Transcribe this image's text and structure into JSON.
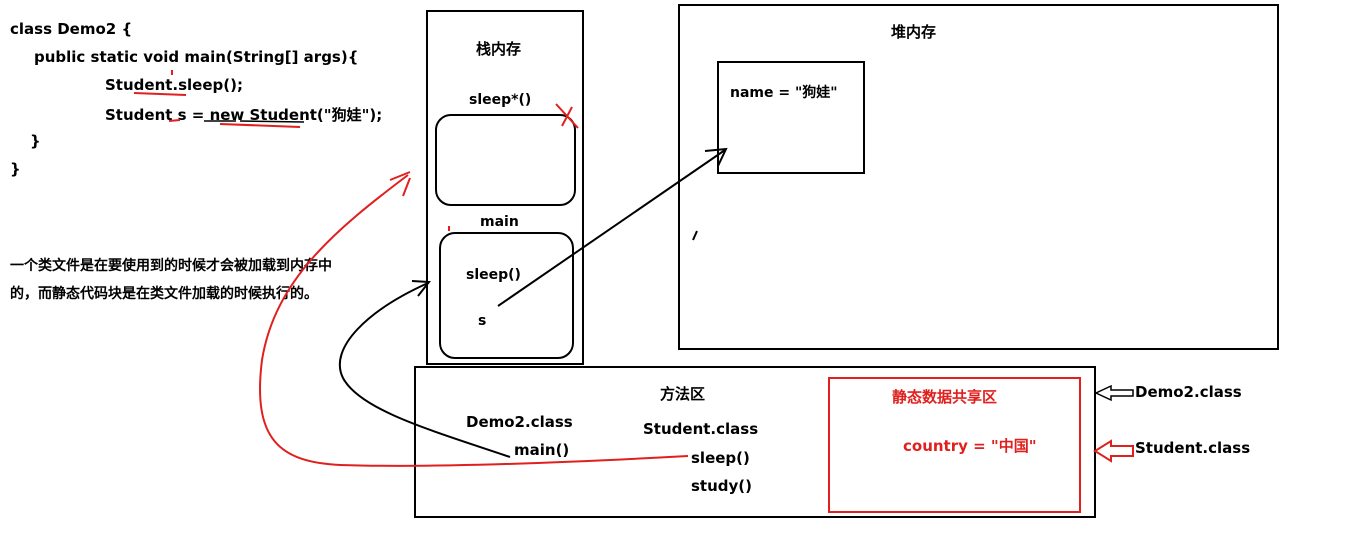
{
  "code": {
    "line1": "class Demo2 {",
    "line2": "public static void main(String[] args){",
    "line3": "Student.sleep();",
    "line4": "Student s = new Student(\"狗娃\");",
    "line5": "}",
    "line6": "}"
  },
  "note": {
    "line1": "一个类文件是在要使用到的时候才会被加载到内存中",
    "line2": "的，而静态代码块是在类文件加载的时候执行的。"
  },
  "stack": {
    "title": "栈内存",
    "frame_sleep_label": "sleep*()",
    "frame_main_label": "main",
    "main_items": [
      "sleep()",
      "s"
    ]
  },
  "heap": {
    "title": "堆内存",
    "object_text": "name = \"狗娃\""
  },
  "method_area": {
    "title": "方法区",
    "demo2_class": "Demo2.class",
    "demo2_method": "main()",
    "student_class": "Student.class",
    "student_methods": [
      "sleep()",
      "study()"
    ],
    "static_area_title": "静态数据共享区",
    "static_field": "country = \"中国\""
  },
  "side_labels": {
    "demo2": "Demo2.class",
    "student": "Student.class"
  },
  "colors": {
    "ink": "#000000",
    "annotation_red": "#e0201e"
  }
}
